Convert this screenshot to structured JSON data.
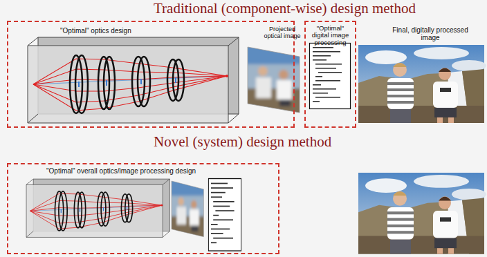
{
  "diagram": {
    "nodes": [
      {
        "text": [
          "\"Optimal\" optics design"
        ]
      },
      {
        "text": [
          "\"Optimal\" digital image processing"
        ]
      },
      {
        "text": [
          "\"Optimal\" overall optics/image processing design"
        ]
      }
    ],
    "edges": [],
    "labels": [
      "Traditional (component-wise) design method",
      "Projected optical image",
      "Final, digitally processed image",
      "Novel (system) design method"
    ]
  }
}
